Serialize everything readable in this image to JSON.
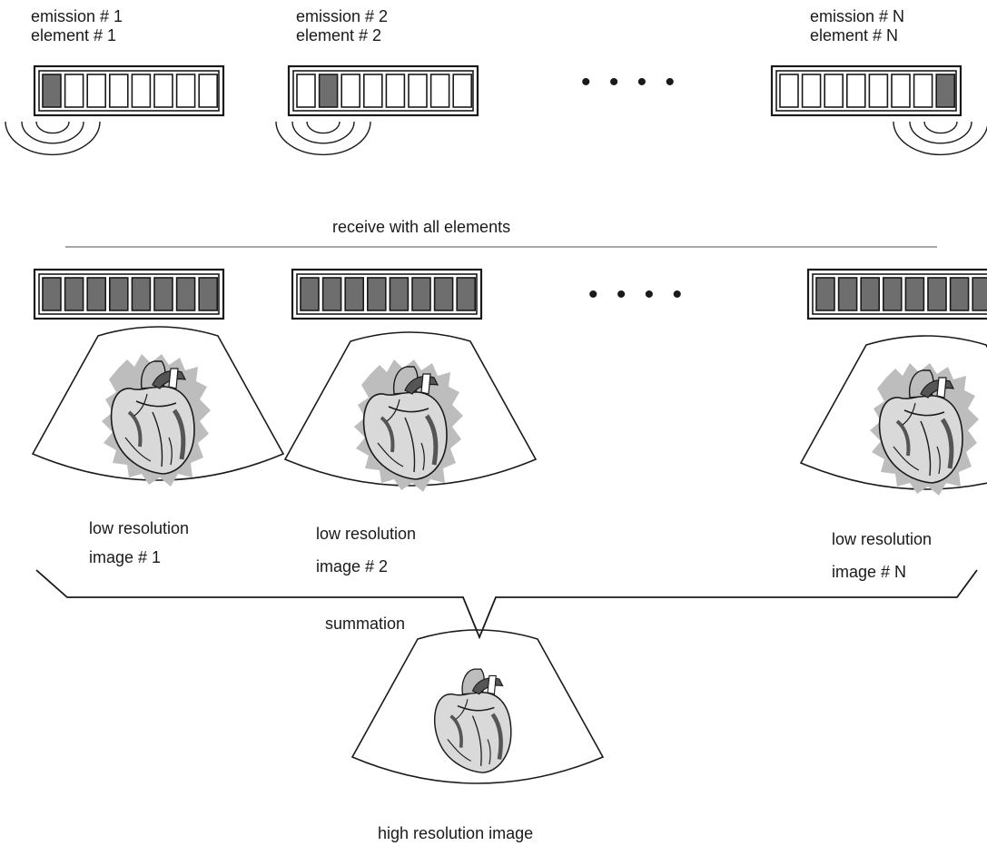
{
  "emissions": [
    {
      "line1": "emission # 1",
      "line2": "element # 1"
    },
    {
      "line1": "emission # 2",
      "line2": "element # 2"
    },
    {
      "line1": "emission # N",
      "line2": "element # N"
    }
  ],
  "ellipsis": "• • • •",
  "receive_label": "receive with all elements",
  "low_res_images": [
    {
      "line1": "low resolution",
      "line2": "image # 1"
    },
    {
      "line1": "low resolution",
      "line2": "image # 2"
    },
    {
      "line1": "low resolution",
      "line2": "image # N"
    }
  ],
  "summation_label": "summation",
  "high_res_label": "high resolution image",
  "colors": {
    "line": "#1a1a1a",
    "active_element": "#6e6e6e",
    "heart_dark": "#555555",
    "heart_light": "#d9d9d9",
    "halo": "#bdbdbd"
  }
}
